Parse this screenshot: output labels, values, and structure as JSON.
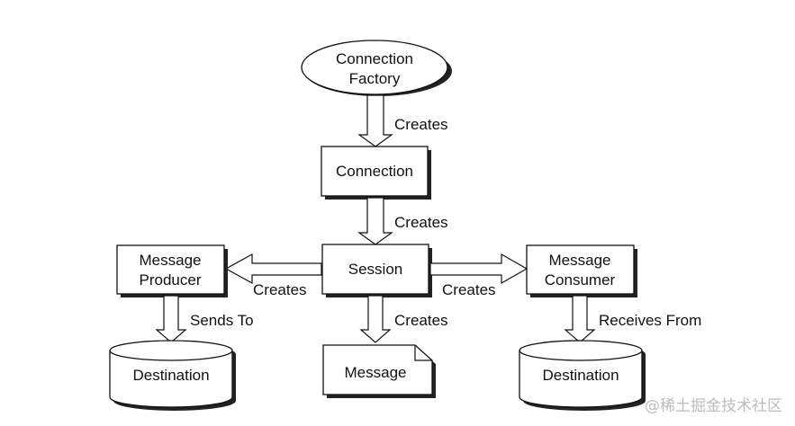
{
  "nodes": {
    "connection_factory": {
      "line1": "Connection",
      "line2": "Factory"
    },
    "connection": "Connection",
    "session": "Session",
    "message_producer": {
      "line1": "Message",
      "line2": "Producer"
    },
    "message_consumer": {
      "line1": "Message",
      "line2": "Consumer"
    },
    "message": "Message",
    "destination_left": "Destination",
    "destination_right": "Destination"
  },
  "edges": {
    "factory_to_connection": "Creates",
    "connection_to_session": "Creates",
    "session_to_producer": "Creates",
    "session_to_consumer": "Creates",
    "session_to_message": "Creates",
    "producer_to_destination": "Sends To",
    "consumer_to_destination": "Receives From"
  },
  "watermark": "@稀土掘金技术社区"
}
